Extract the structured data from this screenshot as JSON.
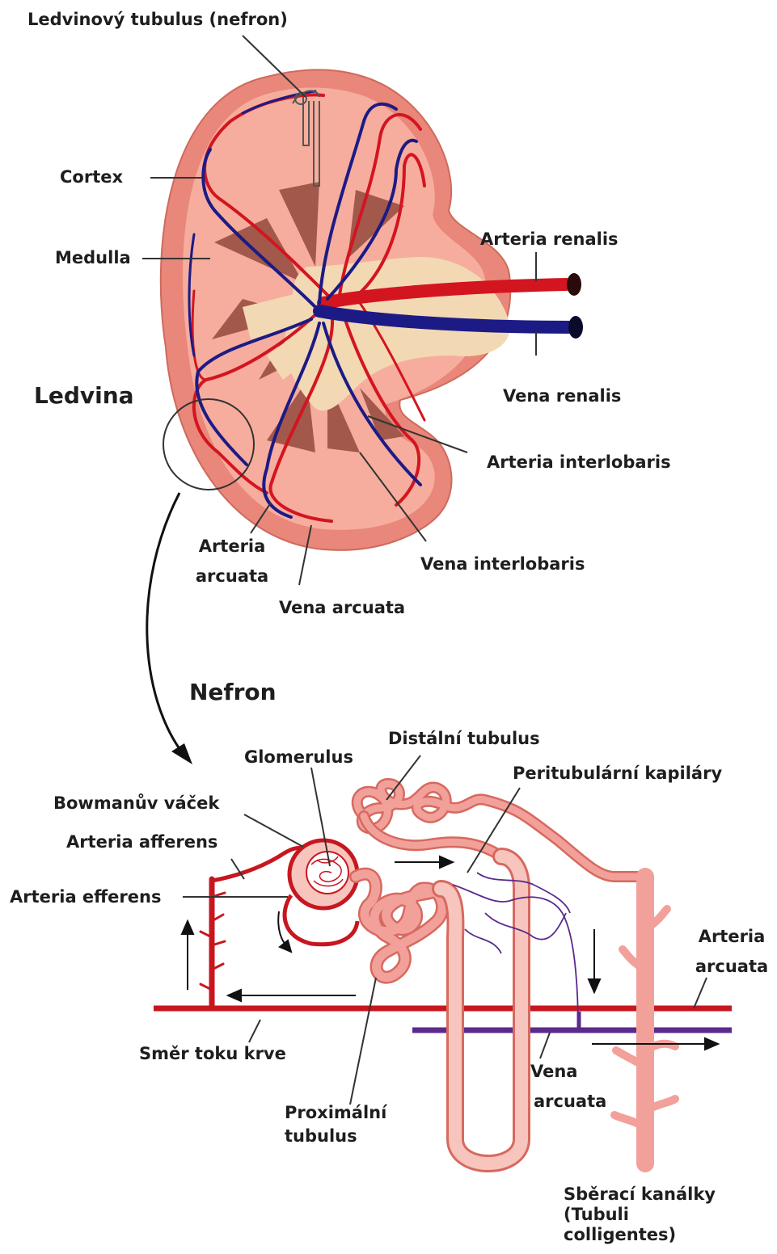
{
  "labels": {
    "nephron_tubule": "Ledvinový tubulus (nefron)",
    "cortex": "Cortex",
    "medulla": "Medulla",
    "kidney": "Ledvina",
    "renal_artery": "Arteria renalis",
    "renal_vein": "Vena renalis",
    "interlobar_artery": "Arteria interlobaris",
    "interlobar_vein": "Vena interlobaris",
    "arcuate_artery_top": [
      "Arteria",
      "arcuata"
    ],
    "arcuate_vein_top": "Vena arcuata",
    "nephron": "Nefron",
    "distal_tubule": "Distální tubulus",
    "glomerulus": "Glomerulus",
    "peritubular_capillaries": "Peritubulární kapiláry",
    "bowman_capsule": "Bowmanův váček",
    "afferent_artery": "Arteria afferens",
    "efferent_artery": "Arteria efferens",
    "arcuate_artery_bottom": [
      "Arteria",
      "arcuata"
    ],
    "blood_flow_direction": "Směr toku krve",
    "arcuate_vein_bottom": [
      "Vena",
      "arcuata"
    ],
    "proximal_tubule": [
      "Proximální",
      "tubulus"
    ],
    "collecting_ducts": [
      "Sběrací kanálky",
      "(Tubuli",
      "colligentes)"
    ]
  },
  "colors": {
    "kidney_outer": "#e8877a",
    "kidney_inner": "#f6ad9e",
    "pyramid": "#a2584a",
    "pelvis": "#f2d9b4",
    "artery": "#d31520",
    "vein": "#1c1b85",
    "vein_bottom": "#5a2a8c",
    "tubule": "#f2a09a",
    "tubule_edge": "#d7695f"
  }
}
